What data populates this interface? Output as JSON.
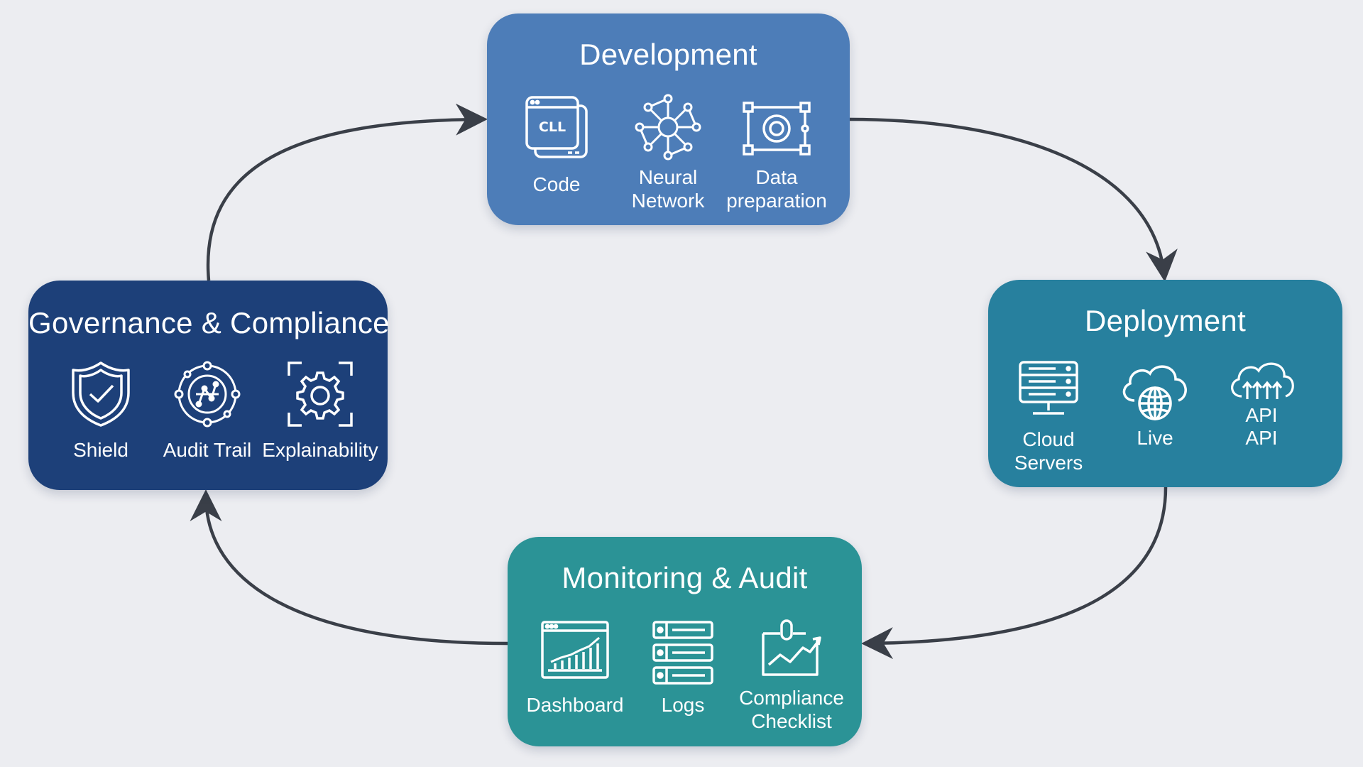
{
  "colors": {
    "background": "#ecedf1",
    "development": "#4d7db8",
    "deployment": "#27809e",
    "monitoring": "#2b9396",
    "governance": "#1d4079",
    "arrow": "#3a3f48"
  },
  "stages": {
    "development": {
      "title": "Development",
      "items": [
        {
          "label": "Code",
          "icon": "code-window-icon",
          "icon_text": "CLL"
        },
        {
          "label": "Neural\nNetwork",
          "icon": "neural-network-icon"
        },
        {
          "label": "Data\npreparation",
          "icon": "data-preparation-icon"
        }
      ]
    },
    "deployment": {
      "title": "Deployment",
      "items": [
        {
          "label": "Cloud\nServers",
          "icon": "server-icon"
        },
        {
          "label": "Live",
          "icon": "cloud-globe-icon"
        },
        {
          "label": "API",
          "icon": "cloud-upload-icon",
          "icon_text": "API"
        }
      ]
    },
    "monitoring": {
      "title": "Monitoring & Audit",
      "items": [
        {
          "label": "Dashboard",
          "icon": "dashboard-chart-icon"
        },
        {
          "label": "Logs",
          "icon": "logs-list-icon"
        },
        {
          "label": "Compliance\nChecklist",
          "icon": "compliance-checklist-icon"
        }
      ]
    },
    "governance": {
      "title": "Governance & Compliance",
      "items": [
        {
          "label": "Shield",
          "icon": "shield-check-icon"
        },
        {
          "label": "Audit Trail",
          "icon": "audit-trail-icon"
        },
        {
          "label": "Explainability",
          "icon": "gear-focus-icon"
        }
      ]
    }
  }
}
